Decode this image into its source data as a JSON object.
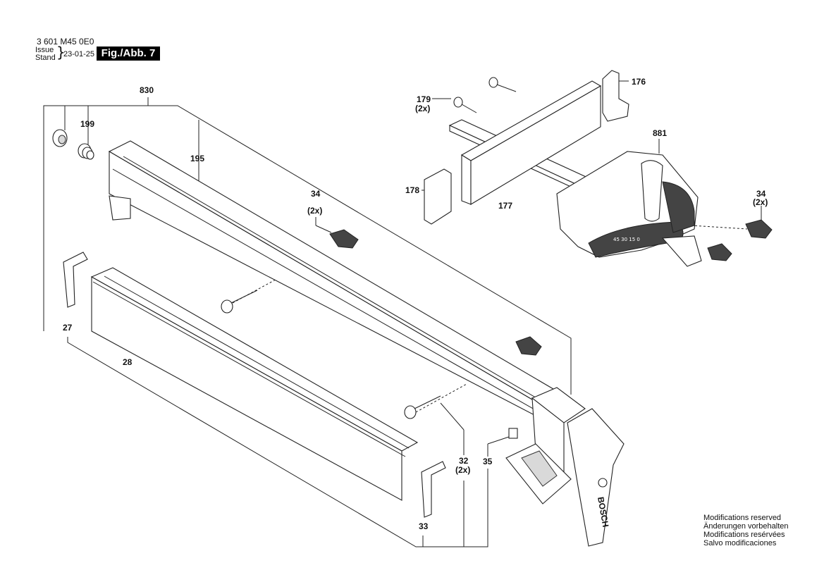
{
  "header": {
    "part_number": "3 601 M45 0E0",
    "issue_label": "Issue",
    "stand_label": "Stand",
    "brace": "}",
    "issue_date": "23-01-25",
    "figure_label": "Fig./Abb. 7"
  },
  "callouts": {
    "c830": "830",
    "c199": "199",
    "c195": "195",
    "c34a": "34",
    "c34a_qty": "(2x)",
    "c27": "27",
    "c28": "28",
    "c32": "32",
    "c32_qty": "(2x)",
    "c35": "35",
    "c33": "33",
    "c179": "179",
    "c179_qty": "(2x)",
    "c176": "176",
    "c881": "881",
    "c178": "178",
    "c177": "177",
    "c34b": "34",
    "c34b_qty": "(2x)"
  },
  "brand": "BOSCH",
  "footer": {
    "line1": "Modifications reserved",
    "line2": "Änderungen vorbehalten",
    "line3": "Modifications resérvées",
    "line4": "Salvo modificaciones"
  }
}
